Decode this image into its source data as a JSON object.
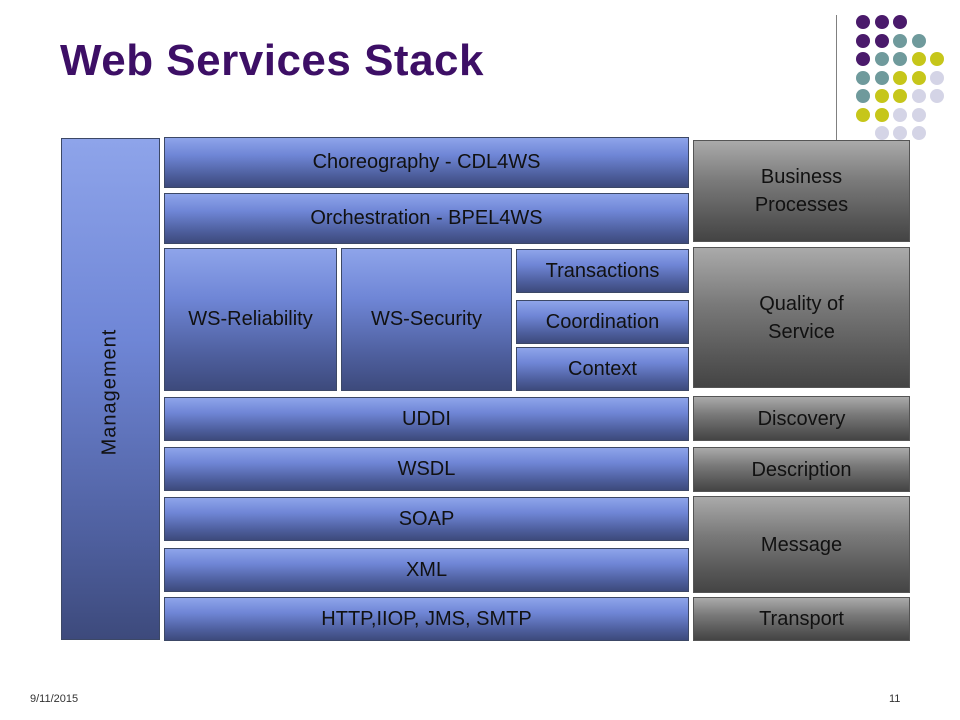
{
  "slide": {
    "title": "Web Services Stack",
    "date": "9/11/2015",
    "page_number": "11"
  },
  "stack": {
    "management": "Management",
    "choreography": "Choreography - CDL4WS",
    "orchestration": "Orchestration - BPEL4WS",
    "ws_reliability": "WS-Reliability",
    "ws_security": "WS-Security",
    "transactions": "Transactions",
    "coordination": "Coordination",
    "context": "Context",
    "uddi": "UDDI",
    "wsdl": "WSDL",
    "soap": "SOAP",
    "xml": "XML",
    "transport_protocols": "HTTP,IIOP, JMS, SMTP"
  },
  "categories": {
    "business_processes_line1": "Business",
    "business_processes_line2": "Processes",
    "quality_of_service_line1": "Quality of",
    "quality_of_service_line2": "Service",
    "discovery": "Discovery",
    "description": "Description",
    "message": "Message",
    "transport": "Transport"
  },
  "colors": {
    "title": "#3d0f66",
    "dot_purple": "#4a1a6b",
    "dot_teal": "#6f9a9c",
    "dot_olive": "#c6c61a",
    "dot_lavender": "#d4d4e6"
  }
}
